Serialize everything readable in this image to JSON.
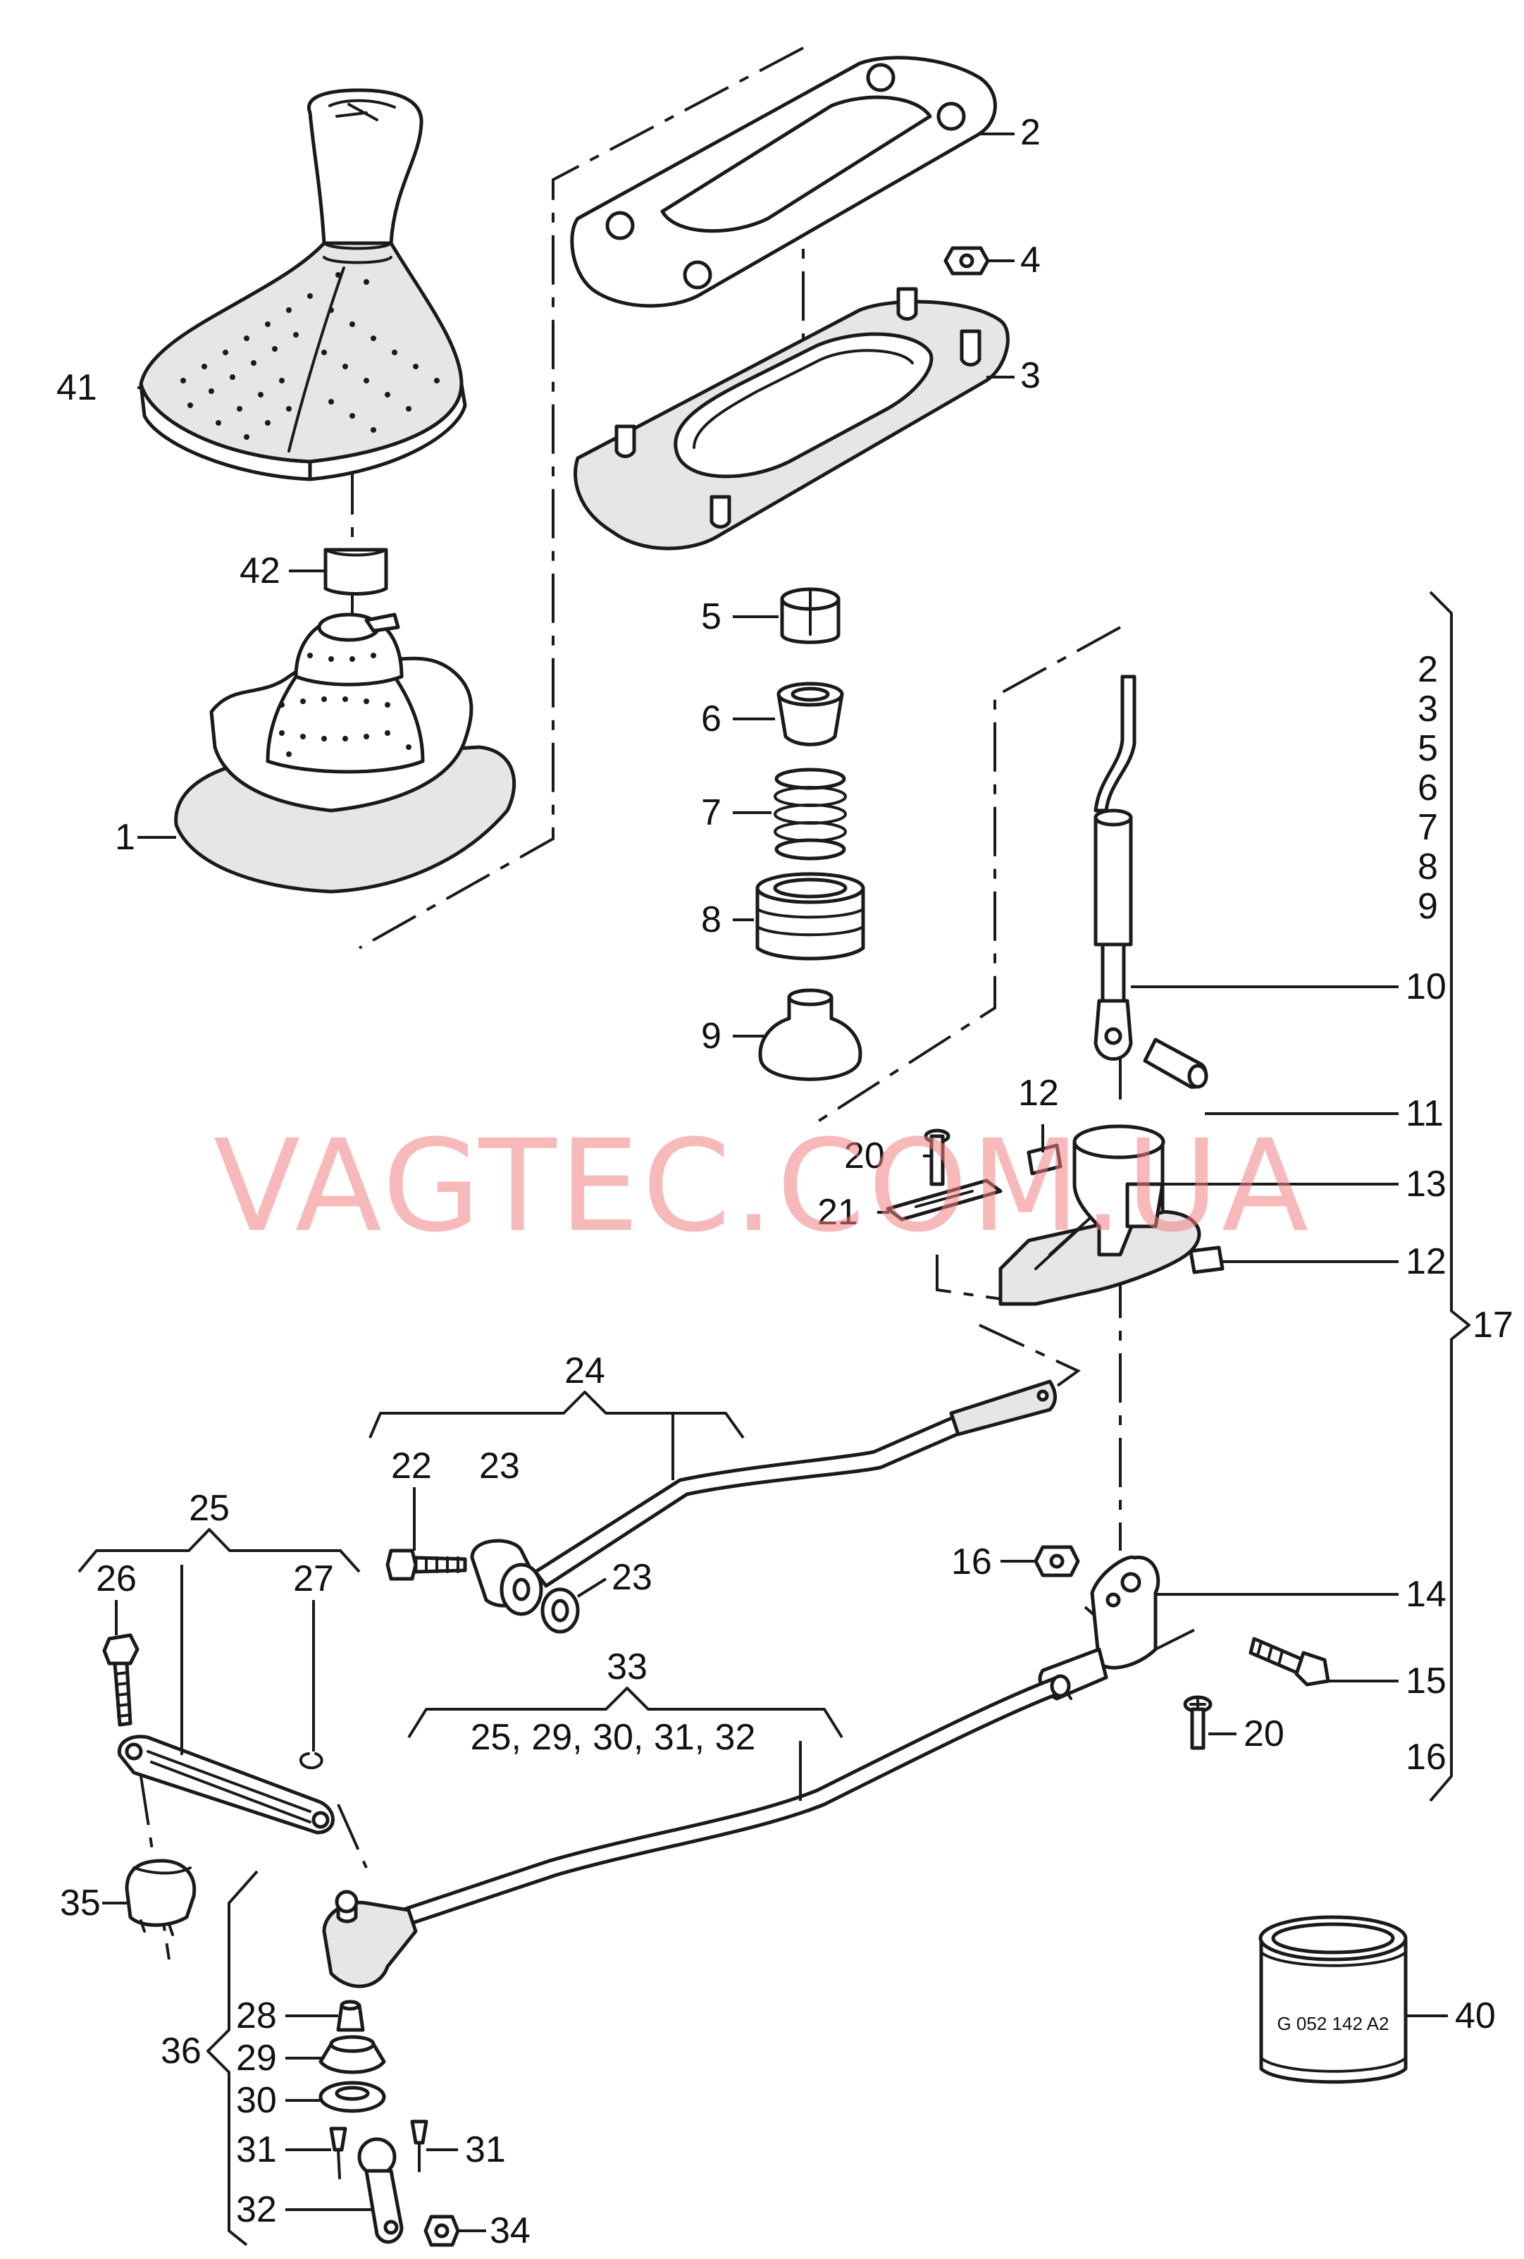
{
  "watermark": "VAGTEC.COM.UA",
  "part_stamp": "G 052 142 A2",
  "labels": {
    "p1": "1",
    "p2": "2",
    "p3": "3",
    "p4": "4",
    "p5": "5",
    "p6": "6",
    "p7": "7",
    "p8": "8",
    "p9": "9",
    "p10": "10",
    "p11": "11",
    "p12a": "12",
    "p12b": "12",
    "p13": "13",
    "p14": "14",
    "p15": "15",
    "p16a": "16",
    "p16b": "16",
    "p17": "17",
    "p20a": "20",
    "p20b": "20",
    "p21": "21",
    "p22": "22",
    "p23a": "23",
    "p23b": "23",
    "p24": "24",
    "p25": "25",
    "p26": "26",
    "p27": "27",
    "p28": "28",
    "p29": "29",
    "p30": "30",
    "p31a": "31",
    "p31b": "31",
    "p32": "32",
    "p33": "33",
    "p33_contents": "25, 29, 30, 31, 32",
    "p34": "34",
    "p35": "35",
    "p36": "36",
    "p40": "40",
    "p41": "41",
    "p42": "42"
  },
  "group17_contents": [
    "2",
    "3",
    "5",
    "6",
    "7",
    "8",
    "9"
  ]
}
